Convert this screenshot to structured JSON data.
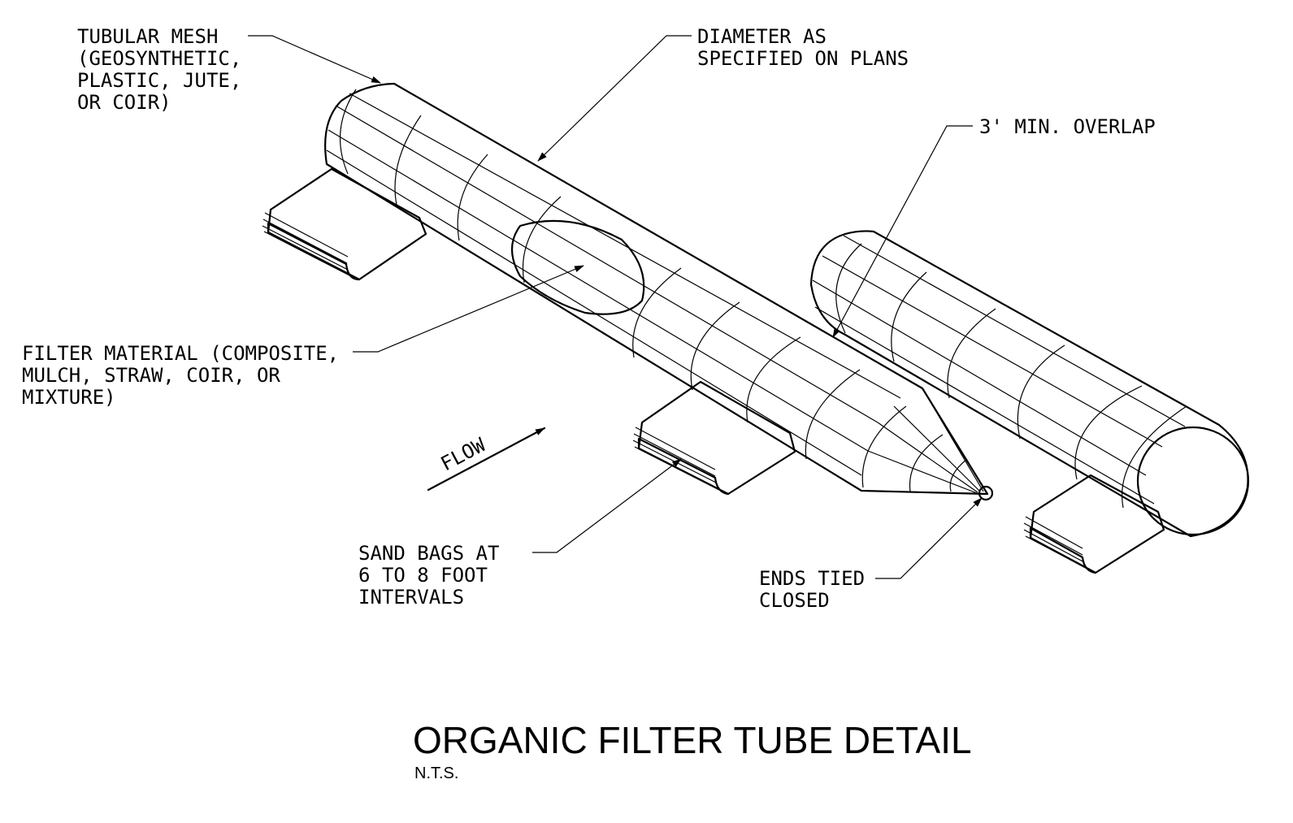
{
  "title": "ORGANIC FILTER TUBE DETAIL",
  "subtitle": "N.T.S.",
  "labels": {
    "tubular_mesh": [
      "TUBULAR MESH",
      "(GEOSYNTHETIC,",
      "PLASTIC, JUTE,",
      "OR COIR)"
    ],
    "diameter": [
      "DIAMETER AS",
      "SPECIFIED ON PLANS"
    ],
    "overlap": [
      "3' MIN. OVERLAP"
    ],
    "filter_material": [
      "FILTER MATERIAL (COMPOSITE,",
      "MULCH, STRAW, COIR, OR",
      "MIXTURE)"
    ],
    "flow": "FLOW",
    "sand_bags": [
      "SAND BAGS AT",
      "6 TO 8 FOOT",
      "INTERVALS"
    ],
    "ends_tied": [
      "ENDS TIED",
      "CLOSED"
    ]
  },
  "colors": {
    "line": "#000000",
    "fill": "#ffffff",
    "stipple": "#555555"
  }
}
